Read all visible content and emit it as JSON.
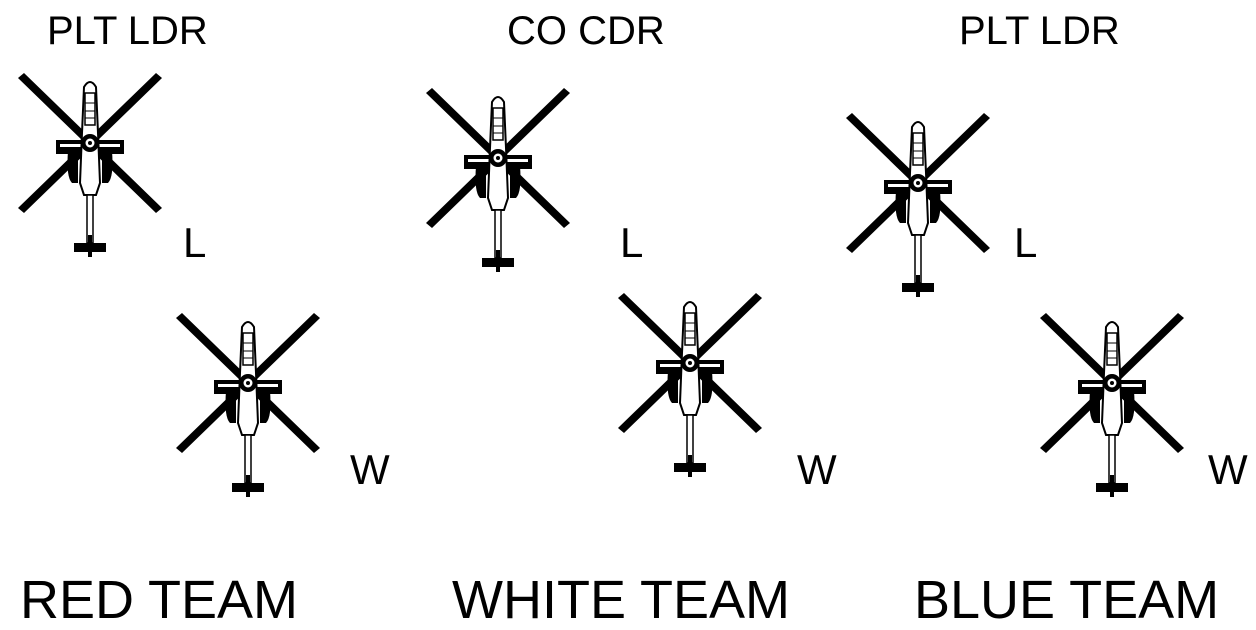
{
  "teams": [
    {
      "role": "PLT LDR",
      "lead_label": "L",
      "wing_label": "W",
      "name": "RED TEAM"
    },
    {
      "role": "CO CDR",
      "lead_label": "L",
      "wing_label": "W",
      "name": "WHITE TEAM"
    },
    {
      "role": "PLT LDR",
      "lead_label": "L",
      "wing_label": "W",
      "name": "BLUE TEAM"
    }
  ],
  "icons": {
    "aircraft": "attack-helicopter-top-view-icon"
  },
  "colors": {
    "ink": "#000000",
    "background": "#ffffff"
  }
}
